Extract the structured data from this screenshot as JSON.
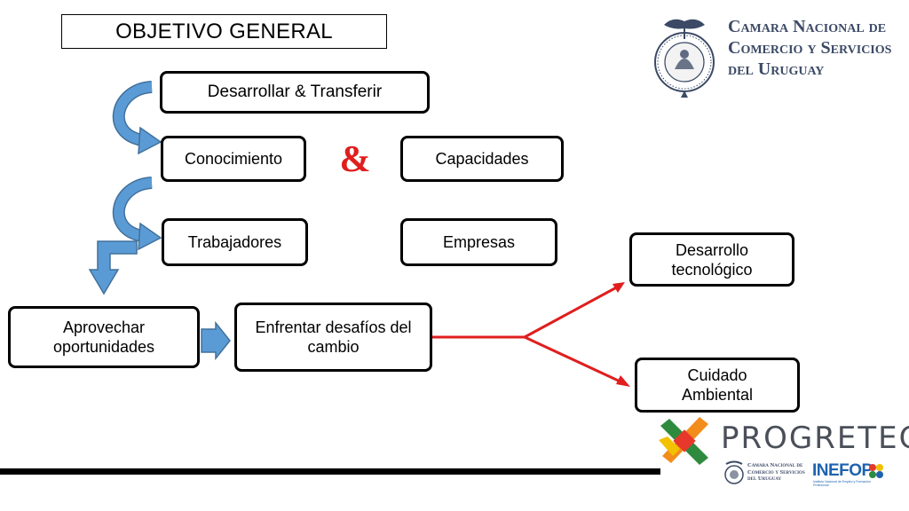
{
  "title": "OBJETIVO GENERAL",
  "boxes": {
    "desarrollar": "Desarrollar & Transferir",
    "conocimiento": "Conocimiento",
    "ampersand": "&",
    "capacidades": "Capacidades",
    "trabajadores": "Trabajadores",
    "empresas": "Empresas",
    "aprovechar": "Aprovechar oportunidades",
    "enfrentar": "Enfrentar desafíos del cambio",
    "desarrollo_tecnologico": "Desarrollo tecnológico",
    "cuidado_ambiental": "Cuidado Ambiental"
  },
  "logos": {
    "camara": "Camara Nacional de Comercio y Servicios del Uruguay",
    "progretec": "PROGRETEC",
    "camara_small": "Camara Nacional de Comercio y Servicios del Uruguay",
    "inefop": "INEFOP",
    "inefop_sub": "Instituto Nacional de Empleo y Formación Profesional"
  },
  "colors": {
    "arrow_blue": "#5b9bd5",
    "arrow_blue_dark": "#41719c",
    "arrow_red": "#e01e1e",
    "logo_navy": "#3c4a66"
  }
}
